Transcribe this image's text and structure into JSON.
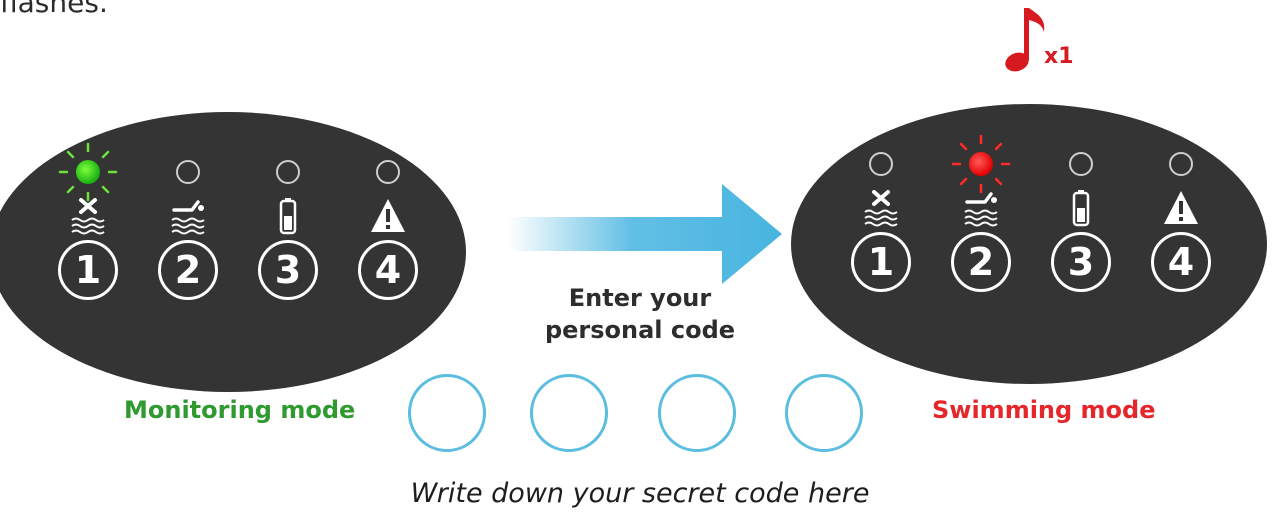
{
  "intro_text_fragment": "flashes.",
  "left_panel": {
    "slots": [
      {
        "number": "1",
        "icon": "no-swimming-icon",
        "led": "on-green"
      },
      {
        "number": "2",
        "icon": "swimmer-icon",
        "led": "off"
      },
      {
        "number": "3",
        "icon": "battery-icon",
        "led": "off"
      },
      {
        "number": "4",
        "icon": "warning-icon",
        "led": "off"
      }
    ]
  },
  "right_panel": {
    "slots": [
      {
        "number": "1",
        "icon": "no-swimming-icon",
        "led": "off"
      },
      {
        "number": "2",
        "icon": "swimmer-icon",
        "led": "on-red"
      },
      {
        "number": "3",
        "icon": "battery-icon",
        "led": "off"
      },
      {
        "number": "4",
        "icon": "warning-icon",
        "led": "off"
      }
    ]
  },
  "transition": {
    "line1": "Enter your",
    "line2": "personal code",
    "arrow_color": "#47b4e0"
  },
  "modes": {
    "left": "Monitoring mode",
    "right": "Swimming mode",
    "left_color": "#2f9a2f",
    "right_color": "#e5262a"
  },
  "beep": {
    "count": "x1",
    "icon": "music-note-icon",
    "color": "#d71920"
  },
  "code_entry": {
    "caption": "Write down your secret code here",
    "slot_count": 4,
    "circle_color": "#5bbde0"
  }
}
